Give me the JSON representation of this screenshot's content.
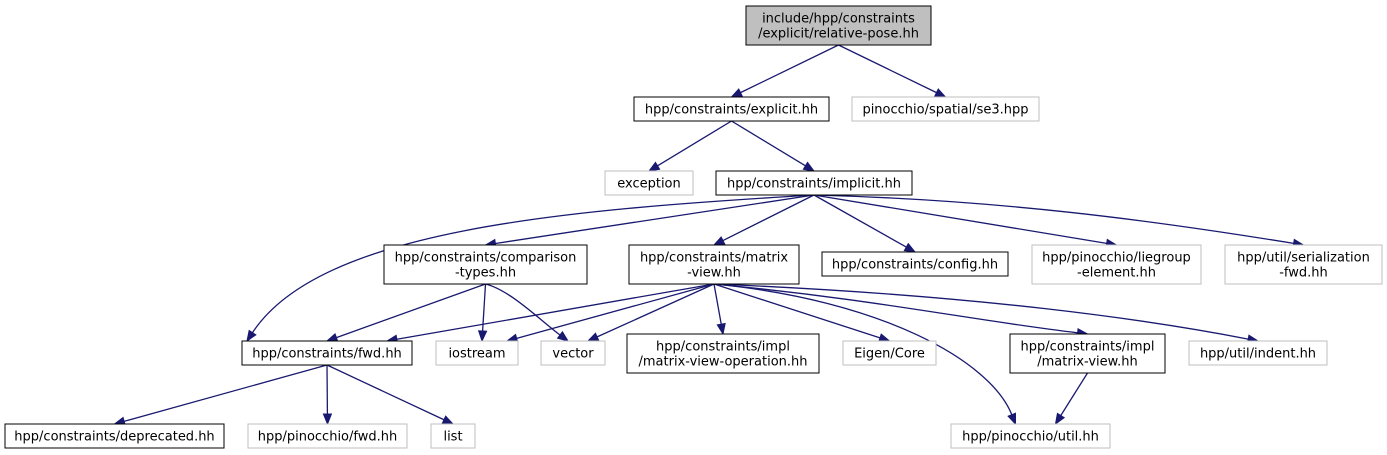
{
  "diagram": {
    "type": "include-dependency-graph",
    "colors": {
      "edge": "#191970",
      "root_fill": "#bfbfbf",
      "external_border": "#bfbfbf",
      "border": "#000000"
    },
    "nodes": [
      {
        "id": "root",
        "lines": [
          "include/hpp/constraints",
          "/explicit/relative-pose.hh"
        ],
        "kind": "root"
      },
      {
        "id": "explicit",
        "lines": [
          "hpp/constraints/explicit.hh"
        ],
        "kind": "internal"
      },
      {
        "id": "se3",
        "lines": [
          "pinocchio/spatial/se3.hpp"
        ],
        "kind": "external"
      },
      {
        "id": "exception",
        "lines": [
          "exception"
        ],
        "kind": "external"
      },
      {
        "id": "implicit",
        "lines": [
          "hpp/constraints/implicit.hh"
        ],
        "kind": "internal"
      },
      {
        "id": "comparison",
        "lines": [
          "hpp/constraints/comparison",
          "-types.hh"
        ],
        "kind": "internal"
      },
      {
        "id": "matrixview",
        "lines": [
          "hpp/constraints/matrix",
          "-view.hh"
        ],
        "kind": "internal"
      },
      {
        "id": "config",
        "lines": [
          "hpp/constraints/config.hh"
        ],
        "kind": "internal"
      },
      {
        "id": "liegroup",
        "lines": [
          "hpp/pinocchio/liegroup",
          "-element.hh"
        ],
        "kind": "external"
      },
      {
        "id": "serialization",
        "lines": [
          "hpp/util/serialization",
          "-fwd.hh"
        ],
        "kind": "external"
      },
      {
        "id": "fwd",
        "lines": [
          "hpp/constraints/fwd.hh"
        ],
        "kind": "internal"
      },
      {
        "id": "iostream",
        "lines": [
          "iostream"
        ],
        "kind": "external"
      },
      {
        "id": "vector",
        "lines": [
          "vector"
        ],
        "kind": "external"
      },
      {
        "id": "mvop",
        "lines": [
          "hpp/constraints/impl",
          "/matrix-view-operation.hh"
        ],
        "kind": "internal"
      },
      {
        "id": "eigen",
        "lines": [
          "Eigen/Core"
        ],
        "kind": "external"
      },
      {
        "id": "implmv",
        "lines": [
          "hpp/constraints/impl",
          "/matrix-view.hh"
        ],
        "kind": "internal"
      },
      {
        "id": "indent",
        "lines": [
          "hpp/util/indent.hh"
        ],
        "kind": "external"
      },
      {
        "id": "deprecated",
        "lines": [
          "hpp/constraints/deprecated.hh"
        ],
        "kind": "internal"
      },
      {
        "id": "pinfwd",
        "lines": [
          "hpp/pinocchio/fwd.hh"
        ],
        "kind": "external"
      },
      {
        "id": "list",
        "lines": [
          "list"
        ],
        "kind": "external"
      },
      {
        "id": "pinutil",
        "lines": [
          "hpp/pinocchio/util.hh"
        ],
        "kind": "external"
      }
    ],
    "edges": [
      [
        "root",
        "explicit"
      ],
      [
        "root",
        "se3"
      ],
      [
        "explicit",
        "exception"
      ],
      [
        "explicit",
        "implicit"
      ],
      [
        "implicit",
        "fwd"
      ],
      [
        "implicit",
        "comparison"
      ],
      [
        "implicit",
        "matrixview"
      ],
      [
        "implicit",
        "config"
      ],
      [
        "implicit",
        "liegroup"
      ],
      [
        "implicit",
        "serialization"
      ],
      [
        "comparison",
        "fwd"
      ],
      [
        "comparison",
        "iostream"
      ],
      [
        "comparison",
        "vector"
      ],
      [
        "matrixview",
        "fwd"
      ],
      [
        "matrixview",
        "iostream"
      ],
      [
        "matrixview",
        "vector"
      ],
      [
        "matrixview",
        "mvop"
      ],
      [
        "matrixview",
        "eigen"
      ],
      [
        "matrixview",
        "implmv"
      ],
      [
        "matrixview",
        "pinutil"
      ],
      [
        "matrixview",
        "indent"
      ],
      [
        "implmv",
        "pinutil"
      ],
      [
        "fwd",
        "deprecated"
      ],
      [
        "fwd",
        "pinfwd"
      ],
      [
        "fwd",
        "list"
      ]
    ]
  }
}
